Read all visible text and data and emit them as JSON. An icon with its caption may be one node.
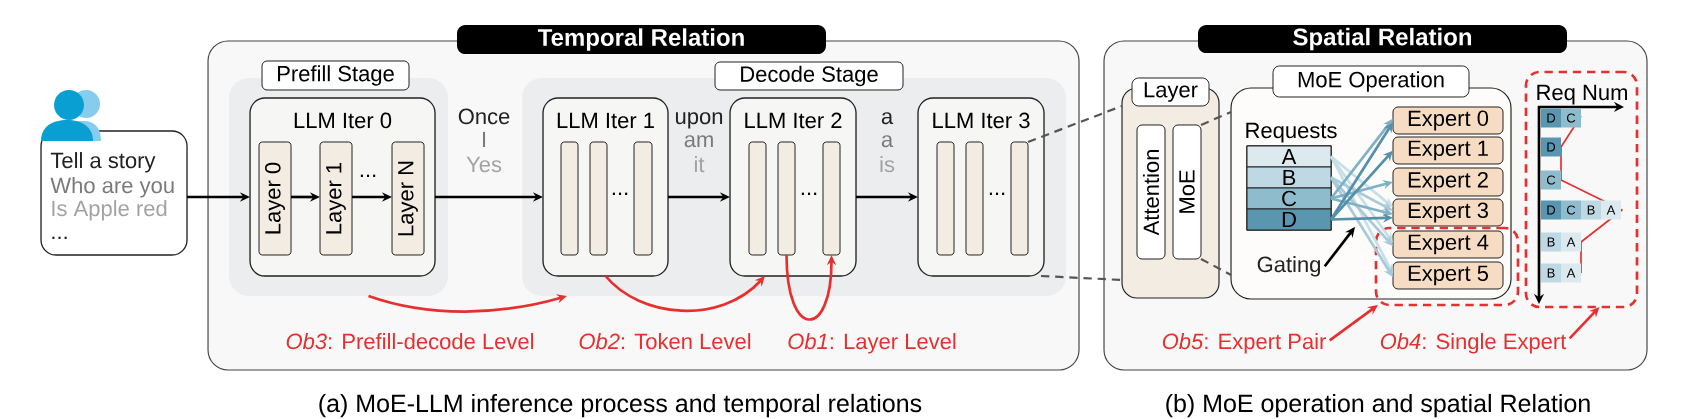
{
  "diagram": {
    "nodes": [
      {
        "text": [
          "Tell a story",
          "Who are you",
          "Is Apple red",
          "..."
        ]
      },
      {
        "text": [
          "Temporal Relation"
        ]
      },
      {
        "text": [
          "Prefill Stage"
        ],
        "in": 1
      },
      {
        "text": [
          "LLM Iter 0",
          "..."
        ],
        "in": 2
      },
      {
        "text": [
          "Layer 0"
        ],
        "in": 3
      },
      {
        "text": [
          "Layer 1"
        ],
        "in": 3
      },
      {
        "text": [
          "Layer N"
        ],
        "in": 3
      },
      {
        "text": [
          "Decode Stage"
        ],
        "in": 1
      },
      {
        "text": [
          "LLM Iter 1",
          "..."
        ],
        "in": 7
      },
      {
        "text": [],
        "shape": "bar",
        "in": 8
      },
      {
        "text": [],
        "shape": "bar",
        "in": 8
      },
      {
        "text": [],
        "shape": "bar",
        "in": 8
      },
      {
        "text": [
          "LLM Iter 2",
          "..."
        ],
        "in": 7
      },
      {
        "text": [],
        "shape": "bar",
        "in": 12
      },
      {
        "text": [],
        "shape": "bar",
        "in": 12
      },
      {
        "text": [],
        "shape": "bar",
        "in": 12
      },
      {
        "text": [
          "LLM Iter 3",
          "..."
        ],
        "in": 7
      },
      {
        "text": [],
        "shape": "bar",
        "in": 16
      },
      {
        "text": [],
        "shape": "bar",
        "in": 16
      },
      {
        "text": [],
        "shape": "bar",
        "in": 16
      },
      {
        "text": [
          "Spatial Relation"
        ]
      },
      {
        "text": [
          "Layer"
        ],
        "in": 20
      },
      {
        "text": [
          "Attention"
        ],
        "in": 21
      },
      {
        "text": [
          "MoE"
        ],
        "in": 21
      },
      {
        "text": [
          "MoE Operation"
        ],
        "in": 20
      },
      {
        "text": [
          "Requests"
        ],
        "in": 24
      },
      {
        "text": [
          "A"
        ],
        "in": 25
      },
      {
        "text": [
          "B"
        ],
        "in": 25
      },
      {
        "text": [
          "C"
        ],
        "in": 25
      },
      {
        "text": [
          "D"
        ],
        "in": 25
      },
      {
        "text": [
          "Expert 0"
        ],
        "in": 24
      },
      {
        "text": [
          "Expert 1"
        ],
        "in": 24
      },
      {
        "text": [
          "Expert 2"
        ],
        "in": 24
      },
      {
        "text": [
          "Expert 3"
        ],
        "in": 24
      },
      {
        "text": [],
        "shape": "box",
        "in": 20
      },
      {
        "text": [
          "Expert 4"
        ],
        "in": 34
      },
      {
        "text": [
          "Expert 5"
        ],
        "in": 34
      },
      {
        "text": [
          "Gating"
        ],
        "in": 24
      },
      {
        "text": [],
        "shape": "box",
        "in": 20
      },
      {
        "text": [
          "*Ob5*: Expert Pair"
        ],
        "in": 20
      },
      {
        "text": [
          "*Ob4*: Single Expert"
        ],
        "in": 20
      }
    ],
    "edges": [
      {
        "from": 0,
        "to": 3,
        "arrow": "to"
      },
      {
        "from": 4,
        "to": 5,
        "arrow": "to"
      },
      {
        "from": 5,
        "to": 6,
        "arrow": "to"
      },
      {
        "from": 3,
        "to": 8,
        "arrow": "to"
      },
      {
        "from": 8,
        "to": 12,
        "arrow": "to"
      },
      {
        "from": 12,
        "to": 16,
        "arrow": "to"
      },
      {
        "from": 2,
        "to": 7,
        "arrow": "to",
        "color": "#e5302f",
        "label": "*Ob3*: Prefill-decode Level"
      },
      {
        "from": 8,
        "to": 12,
        "arrow": "to",
        "color": "#e5302f",
        "label": "*Ob2*: Token Level"
      },
      {
        "from": 14,
        "to": 15,
        "arrow": "to",
        "color": "#e5302f",
        "label": "*Ob1*: Layer Level"
      },
      {
        "from": 19,
        "to": 21,
        "arrow": "none",
        "style": "dashed",
        "color": "#555555"
      },
      {
        "from": 16,
        "to": 21,
        "arrow": "none",
        "style": "dashed",
        "color": "#555555"
      },
      {
        "from": 23,
        "to": 24,
        "arrow": "none",
        "style": "dashed",
        "color": "#555555"
      },
      {
        "from": 23,
        "to": 24,
        "arrow": "none",
        "style": "dashed",
        "color": "#555555"
      },
      {
        "from": 26,
        "to": 33,
        "arrow": "to",
        "color": "#c6dfe8"
      },
      {
        "from": 26,
        "to": 35,
        "arrow": "to",
        "color": "#c6dfe8"
      },
      {
        "from": 26,
        "to": 36,
        "arrow": "to",
        "color": "#c6dfe8"
      },
      {
        "from": 27,
        "to": 33,
        "arrow": "to",
        "color": "#a6cada"
      },
      {
        "from": 27,
        "to": 35,
        "arrow": "to",
        "color": "#a6cada"
      },
      {
        "from": 27,
        "to": 36,
        "arrow": "to",
        "color": "#a6cada"
      },
      {
        "from": 28,
        "to": 30,
        "arrow": "to",
        "color": "#7fb1c6"
      },
      {
        "from": 28,
        "to": 32,
        "arrow": "to",
        "color": "#7fb1c6"
      },
      {
        "from": 28,
        "to": 33,
        "arrow": "to",
        "color": "#7fb1c6"
      },
      {
        "from": 29,
        "to": 30,
        "arrow": "to",
        "color": "#5590ab"
      },
      {
        "from": 29,
        "to": 31,
        "arrow": "to",
        "color": "#5590ab"
      },
      {
        "from": 29,
        "to": 33,
        "arrow": "to",
        "color": "#5590ab"
      },
      {
        "from": 37,
        "to": null,
        "arrow": "to"
      },
      {
        "from": 39,
        "to": 34,
        "arrow": "to",
        "color": "#e5302f"
      },
      {
        "from": 40,
        "to": 38,
        "arrow": "to",
        "color": "#e5302f"
      }
    ],
    "labels": [
      "Once",
      "I",
      "Yes",
      "upon",
      "am",
      "it",
      "a",
      "a",
      "is",
      "Req Num",
      "D",
      "C",
      "D",
      "C",
      "D",
      "C",
      "B",
      "A",
      "B",
      "A",
      "B",
      "A",
      "(a) MoE-LLM inference process and temporal relations",
      "(b) MoE operation and spatial Relation"
    ]
  }
}
